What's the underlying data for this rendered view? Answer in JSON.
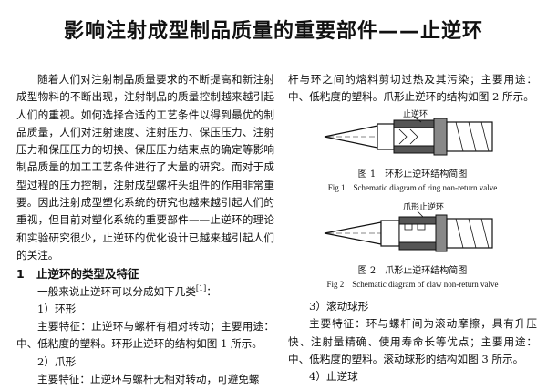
{
  "title": "影响注射成型制品质量的重要部件——止逆环",
  "left_column": {
    "intro": "随着人们对注射制品质量要求的不断提高和新注射成型物料的不断出现，注射制品的质量控制越来越引起人们的重视。如何选择合适的工艺条件以得到最优的制品质量，人们对注射速度、注射压力、保压压力、注射压力和保压压力的切换、保压压力结束点的确定等影响制品质量的加工工艺条件进行了大量的研究。而对于成型过程的压力控制，注射成型螺杆头组件的作用非常重要。因此注射成型塑化系统的研究也越来越引起人们的重视，但目前对塑化系统的重要部件——止逆环的理论和实验研究很少，止逆环的优化设计已越来越引起人们的关注。",
    "section1_number": "1",
    "section1_title": "止逆环的类型及特征",
    "section1_intro": "一般来说止逆环可以分成如下几类",
    "section1_ref": "[1]",
    "section1_intro_end": "：",
    "type1_label": "1）环形",
    "type1_desc": "主要特征：止逆环与螺杆有相对转动；主要用途：中、低粘度的塑料。环形止逆环的结构如图 1 所示。",
    "type2_label": "2）爪形",
    "type2_desc_start": "主要特征：止逆环与螺杆无相对转动，可避免螺"
  },
  "right_column": {
    "type2_desc_cont": "杆与环之间的熔料剪切过热及其污染；主要用途：中、低粘度的塑料。爪形止逆环的结构如图 2 所示。",
    "type3_label": "3）滚动球形",
    "type3_desc": "主要特征：环与螺杆间为滚动摩擦，具有升压快、注射量精确、使用寿命长等优点；主要用途：中、低粘度的塑料。滚动球形的结构如图 3 所示。",
    "type4_label": "4）止逆球"
  },
  "figure1": {
    "callout": "止逆环",
    "caption_cn": "图 1　环形止逆环结构简图",
    "caption_en": "Fig 1　Schematic diagram of ring non-return valve"
  },
  "figure2": {
    "callout": "爪形止逆环",
    "caption_cn": "图 2　爪形止逆环结构简图",
    "caption_en": "Fig 2　Schematic diagram of claw non-return valve"
  }
}
